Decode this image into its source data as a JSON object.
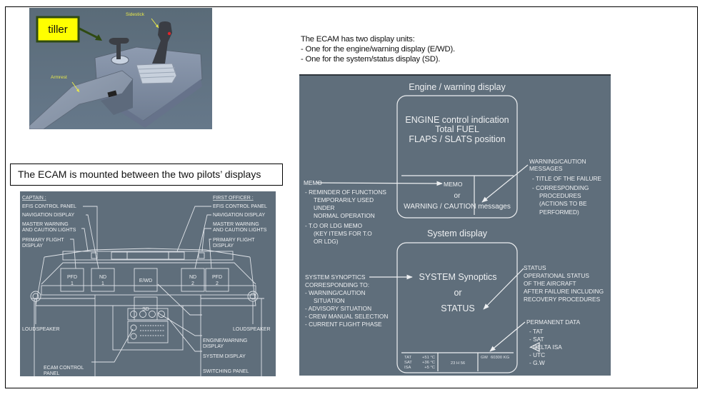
{
  "sidestick_image": {
    "callout_label": "tiller",
    "sidestick_label": "Sidestick",
    "armrest_label": "Armrest",
    "colors": {
      "background": "#5f6e7b",
      "callout_fill": "#ffff00",
      "callout_border": "#2f4a12",
      "label_yellow": "#e8e84a"
    }
  },
  "caption": "The ECAM is mounted between the two pilots’ displays",
  "intro": {
    "heading": "The ECAM has two display units:",
    "bullets": [
      "-  One for the engine/warning display (E/WD).",
      "-  One for the system/status display (SD)."
    ]
  },
  "cockpit_diagram": {
    "captain": {
      "heading": "CAPTAIN :",
      "labels": [
        "EFIS CONTROL PANEL",
        "NAVIGATION DISPLAY",
        "MASTER WARNING",
        "AND CAUTION LIGHTS",
        "PRIMARY FLIGHT",
        "DISPLAY"
      ]
    },
    "first_officer": {
      "heading": "FIRST OFFICER :",
      "labels": [
        "EFIS CONTROL PANEL",
        "NAVIGATION DISPLAY",
        "MASTER WARNING",
        "AND CAUTION LIGHTS",
        "PRIMARY FLIGHT",
        "DISPLAY"
      ]
    },
    "screens": {
      "pfd1": [
        "PFD",
        "1"
      ],
      "nd1": [
        "ND",
        "1"
      ],
      "ewd": "E/WD",
      "sd": "SD",
      "nd2": [
        "ND",
        "2"
      ],
      "pfd2": [
        "PFD",
        "2"
      ]
    },
    "loudspeaker_left": "LOUDSPEAKER",
    "loudspeaker_right": "LOUDSPEAKER",
    "ecam_control_panel": [
      "ECAM CONTROL",
      "PANEL"
    ],
    "engine_warning_display": [
      "ENGINE/WARNING",
      "DISPLAY"
    ],
    "system_display": "SYSTEM DISPLAY",
    "switching_panel": "SWITCHING PANEL"
  },
  "ecam_diagram": {
    "ewd_title": "Engine / warning display",
    "ewd_lines": [
      "ENGINE control indication",
      "Total FUEL",
      "FLAPS / SLATS position"
    ],
    "ewd_memo": "MEMO",
    "ewd_or": "or",
    "ewd_warning": "WARNING / CAUTION messages",
    "memo_label": "MEMO",
    "memo_notes": [
      "- REMINDER OF FUNCTIONS",
      "TEMPORARILY USED",
      "UNDER",
      "NORMAL OPERATION",
      "- T.O OR LDG MEMO",
      "(KEY ITEMS FOR T.O",
      "OR LDG)"
    ],
    "warning_notes": [
      "WARNING/CAUTION",
      "MESSAGES",
      "- TITLE OF THE FAILURE",
      "- CORRESPONDING",
      "PROCEDURES",
      "(ACTIONS TO BE",
      "PERFORMED)"
    ],
    "sd_title": "System display",
    "sd_lines": [
      "SYSTEM Synoptics",
      "or",
      "STATUS"
    ],
    "synoptics_notes": [
      "SYSTEM SYNOPTICS",
      "CORRESPONDING TO:",
      "- WARNING/CAUTION",
      "SITUATION",
      "- ADVISORY SITUATION",
      "- CREW MANUAL SELECTION",
      "- CURRENT FLIGHT PHASE"
    ],
    "status_notes": [
      "STATUS",
      "OPERATIONAL STATUS",
      "OF THE AIRCRAFT",
      "AFTER FAILURE INCLUDING",
      "RECOVERY PROCEDURES"
    ],
    "permanent_notes": [
      "PERMANENT DATA",
      "- TAT",
      "- SAT",
      "- DELTA ISA",
      "- UTC",
      "- G.W"
    ],
    "permanent_data": {
      "tat_label": "TAT",
      "tat_value": "+51 °C",
      "sat_label": "SAT",
      "sat_value": "+36 °C",
      "isa_label": "ISA",
      "isa_value": "+5 °C",
      "utc": "23 H 56",
      "gw_label": "GW",
      "gw_value": "60300 KG"
    },
    "colors": {
      "background": "#5f6e7b",
      "line": "#eef0f2"
    }
  }
}
